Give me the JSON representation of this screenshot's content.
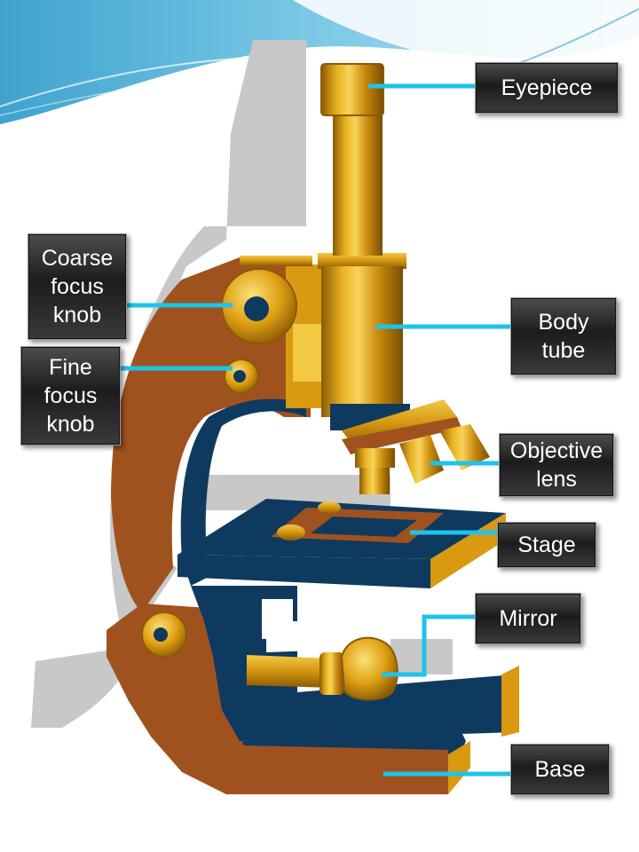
{
  "diagram": {
    "labels": {
      "eyepiece": "Eyepiece",
      "coarse_focus_knob": "Coarse\nfocus\nknob",
      "fine_focus_knob": "Fine\nfocus\nknob",
      "body_tube": "Body\ntube",
      "objective_lens": "Objective\nlens",
      "stage": "Stage",
      "mirror": "Mirror",
      "base": "Base"
    },
    "colors": {
      "arm_brown": "#a0521e",
      "navy": "#0f3a5f",
      "brass": "#d99a12",
      "leader_line": "#1ec3ea",
      "shadow_gray": "#c8c8c8",
      "header_blue": "#5fb8dc"
    }
  }
}
